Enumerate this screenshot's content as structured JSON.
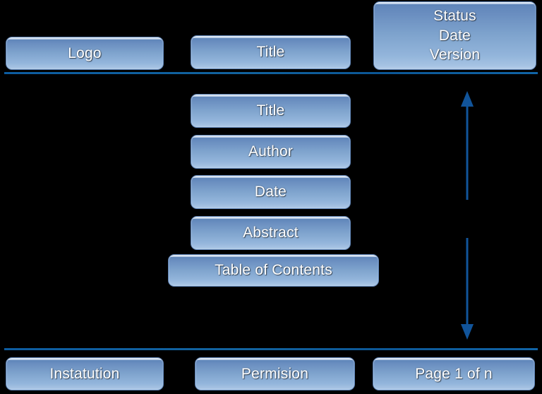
{
  "page": {
    "background_color": "#000000",
    "accent_color": "#11549a",
    "box_fill_top": "#5f85b9",
    "box_fill_bottom": "#b9d0ea",
    "text_color": "#ffffff"
  },
  "header": {
    "logo_box": {
      "label": "Logo"
    },
    "title_box": {
      "label": "Title"
    },
    "meta_box": {
      "label": "Status\nDate\nVersion",
      "lines": [
        "Status",
        "Date",
        "Version"
      ]
    }
  },
  "body": {
    "blocks": [
      {
        "label": "Title"
      },
      {
        "label": "Author"
      },
      {
        "label": "Date"
      },
      {
        "label": "Abstract"
      },
      {
        "label": "Table of Contents"
      }
    ],
    "range_arrow": {
      "name": "vertical-double-arrow",
      "direction": "both",
      "color": "#11549a"
    }
  },
  "footer": {
    "left_box": {
      "label": "Instatution"
    },
    "center_box": {
      "label": "Permision"
    },
    "right_box": {
      "label": "Page 1 of n"
    }
  },
  "dividers": {
    "top_rule": {
      "color": "#11549a"
    },
    "bottom_rule": {
      "color": "#11549a"
    }
  }
}
